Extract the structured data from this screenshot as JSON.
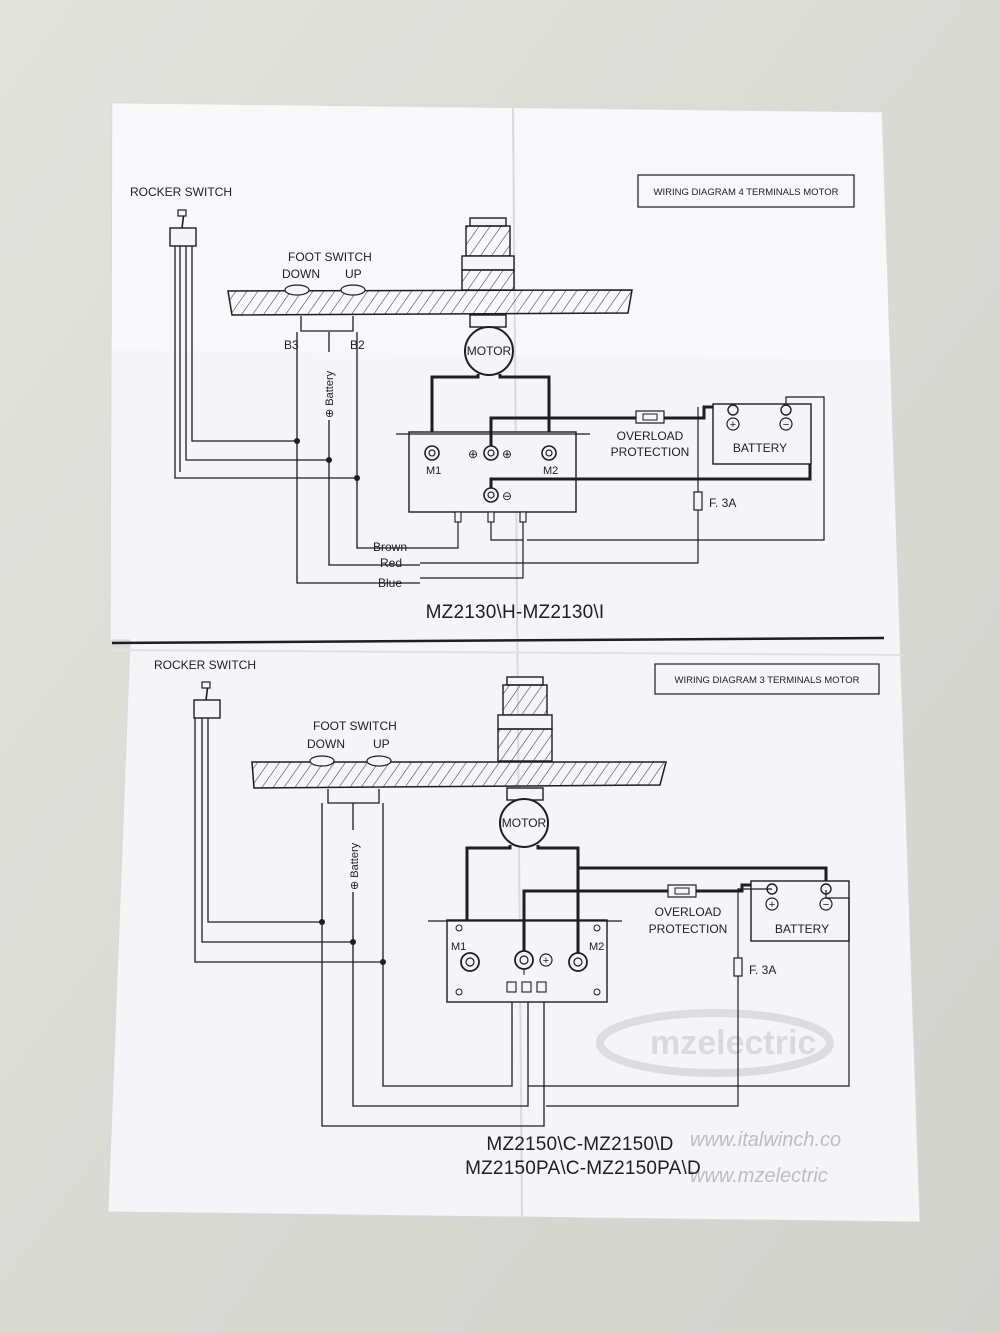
{
  "top": {
    "title_box": "WIRING DIAGRAM 4 TERMINALS MOTOR",
    "rocker_switch": "ROCKER  SWITCH",
    "foot_switch": "FOOT  SWITCH",
    "down": "DOWN",
    "up": "UP",
    "b3": "B3",
    "b2": "B2",
    "battery_vertical": "⊕ Battery",
    "motor": "MOTOR",
    "m1": "M1",
    "m2": "M2",
    "plus_terminal": "⊕",
    "minus_terminal": "⊖",
    "overload_line1": "OVERLOAD",
    "overload_line2": "PROTECTION",
    "battery": "BATTERY",
    "battery_plus": "+",
    "battery_minus": "−",
    "fuse": "F.  3A",
    "wire_brown": "Brown",
    "wire_red": "Red",
    "wire_blue": "Blue",
    "model": "MZ2130\\H-MZ2130\\I"
  },
  "bottom": {
    "title_box": "WIRING DIAGRAM 3 TERMINALS MOTOR",
    "rocker_switch": "ROCKER  SWITCH",
    "foot_switch": "FOOT  SWITCH",
    "down": "DOWN",
    "up": "UP",
    "battery_vertical": "⊕ Battery",
    "motor": "MOTOR",
    "m1": "M1",
    "m2": "M2",
    "plus_terminal": "+",
    "overload_line1": "OVERLOAD",
    "overload_line2": "PROTECTION",
    "battery": "BATTERY",
    "battery_plus": "+",
    "battery_minus": "−",
    "fuse": "F.  3A",
    "model_line1": "MZ2150\\C-MZ2150\\D",
    "model_line2": "MZ2150PA\\C-MZ2150PA\\D"
  },
  "background": {
    "website1": "www.italwinch.co",
    "website2": "www.mzelectric"
  },
  "colors": {
    "paper": "#f5f5f7",
    "ink": "#1d1d22",
    "background": "#dcdcd7"
  }
}
